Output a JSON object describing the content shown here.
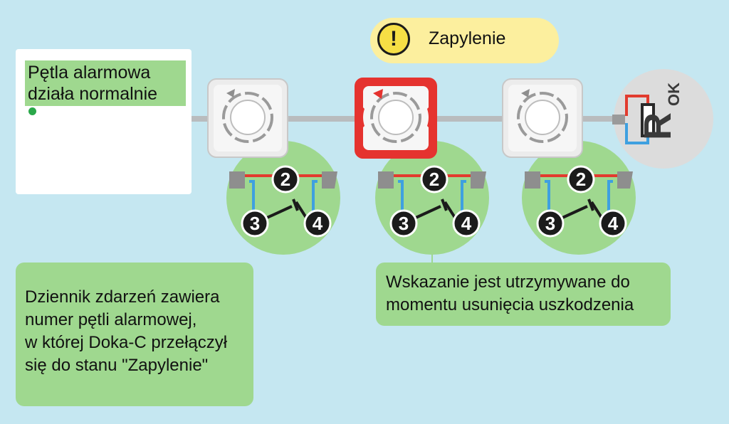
{
  "status": {
    "text": "Pętla alarmowa\ndziała normalnie",
    "line1": "Pętla alarmowa",
    "line2": "działa normalnie",
    "dot_color": "#2aa84a"
  },
  "warning": {
    "icon": "exclamation-icon",
    "symbol": "!",
    "label": "Zapylenie"
  },
  "detectors": [
    {
      "state": "normal",
      "terminals": {
        "top": "2",
        "left": "3",
        "right": "4"
      }
    },
    {
      "state": "dust",
      "terminals": {
        "top": "2",
        "left": "3",
        "right": "4"
      }
    },
    {
      "state": "normal",
      "terminals": {
        "top": "2",
        "left": "3",
        "right": "4"
      }
    }
  ],
  "end_resistor": {
    "letter": "R",
    "subscript": "OK"
  },
  "notes": {
    "log": "Dziennik zdarzeń zawiera\nnumer pętli alarmowej,\nw której Doka-C przełączył\nsię do stanu \"Zapylenie\"",
    "hold": "Wskazanie jest utrzymywane do\nmomentu usunięcia uszkodzenia"
  },
  "colors": {
    "background": "#c5e7f1",
    "note_green": "#9fd88f",
    "alarm_red": "#e5332f",
    "wire_red": "#e23b2e",
    "wire_blue": "#3ea0e0",
    "warning_yellow": "#fcef9e"
  }
}
